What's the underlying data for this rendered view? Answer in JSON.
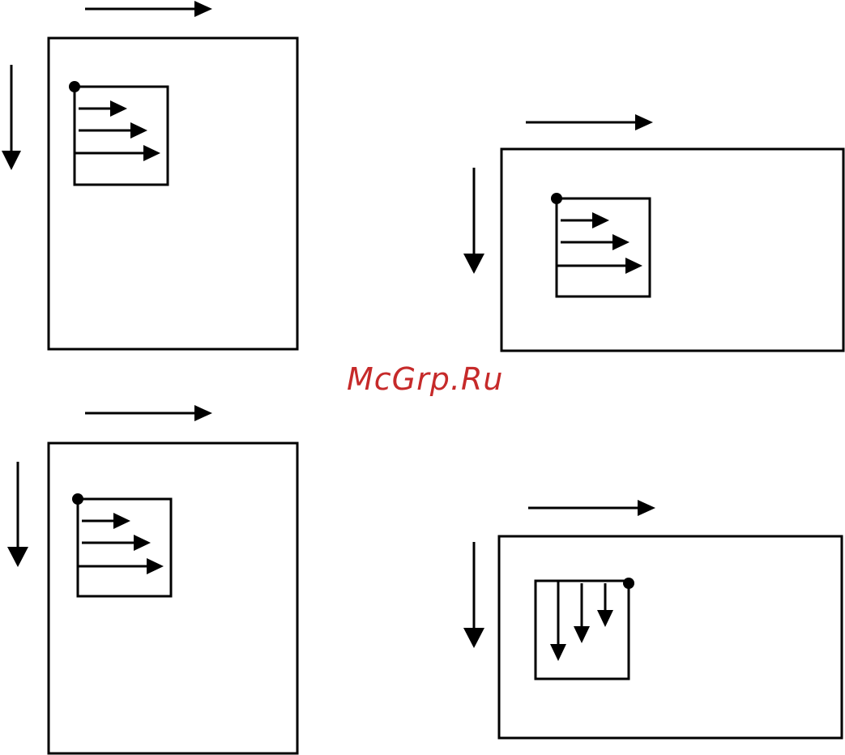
{
  "watermark": {
    "text": "McGrp.Ru",
    "color": "#c62a2a"
  },
  "colors": {
    "stroke": "#000000",
    "background": "#ffffff"
  },
  "panels": [
    {
      "id": "top-left",
      "orientation": "portrait",
      "inner_arrow_direction": "right",
      "origin_corner": "top-left"
    },
    {
      "id": "top-right",
      "orientation": "landscape",
      "inner_arrow_direction": "right",
      "origin_corner": "top-left"
    },
    {
      "id": "bottom-left",
      "orientation": "portrait",
      "inner_arrow_direction": "right",
      "origin_corner": "top-left"
    },
    {
      "id": "bottom-right",
      "orientation": "landscape",
      "inner_arrow_direction": "down",
      "origin_corner": "top-right"
    }
  ]
}
